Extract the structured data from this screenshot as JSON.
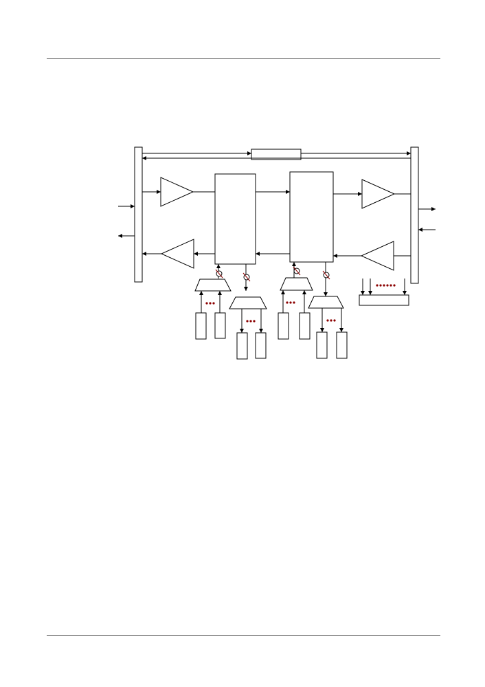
{
  "page": {
    "header_rule": true,
    "footer_rule": true
  },
  "diagram": {
    "type": "signal-path block diagram",
    "labels": [],
    "colors": {
      "stroke": "#000000",
      "dot_accent": "#8b0000",
      "rule": "#555555"
    },
    "dots": {
      "mux_group_count": 4,
      "dots_per_group": 3,
      "control_input_dots": 6
    }
  }
}
